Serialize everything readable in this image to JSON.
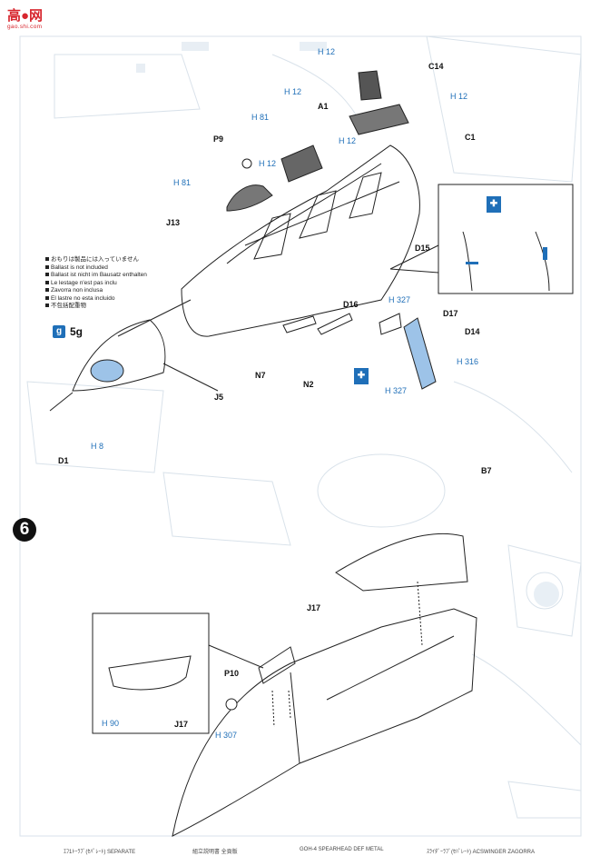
{
  "watermark": {
    "main": "高●网",
    "sub": "gao.shi.com"
  },
  "step_number": "6",
  "ballast_notes": [
    "おもりは製品には入っていません",
    "Ballast is not included",
    "Ballast ist nicht im Bausatz enthalten",
    "Le lestage n'est pas inclu",
    "Zavorra non inclusa",
    "El lastre no esta incluido",
    "不包括配重物"
  ],
  "weight_icon": "g",
  "weight_value": "5g",
  "part_labels": {
    "c14": "C14",
    "c1": "C1",
    "a1": "A1",
    "p9": "P9",
    "j13": "J13",
    "d15": "D15",
    "d16": "D16",
    "d17": "D17",
    "d14": "D14",
    "n7": "N7",
    "n2": "N2",
    "j5": "J5",
    "d1": "D1",
    "b7": "B7",
    "j17_upper": "J17",
    "p10": "P10",
    "j17_inset": "J17"
  },
  "paint_refs": {
    "h12_c14": "H 12",
    "h12_c1": "H 12",
    "h12_a1": "H 12",
    "h81_a1": "H 81",
    "h12_cockpit": "H 12",
    "h12_j13": "H 12",
    "h81_j13": "H 81",
    "h327_d16": "H 327",
    "h316_d14": "H 316",
    "h327_d14": "H 327",
    "h8_d1": "H 8",
    "h90_inset": "H 90",
    "h307_p10": "H 307"
  },
  "footer": {
    "left": "ｴﾌ1ﾄｰﾗﾌﾞ(ｾﾊﾟﾚｰﾄ)  SEPARATE",
    "center_left": "組立説明書  全頁版",
    "center": "GOH-4 SPEARHEAD DEF METAL",
    "right": "ｽﾗｲﾀﾞｰﾗﾌﾞ(ｾﾊﾟﾚｰﾄ)  ACSWINGER ZAGORRA"
  },
  "colors": {
    "accent_blue": "#1f6fb8",
    "watermark_red": "#d7262e",
    "ink": "#222222"
  }
}
